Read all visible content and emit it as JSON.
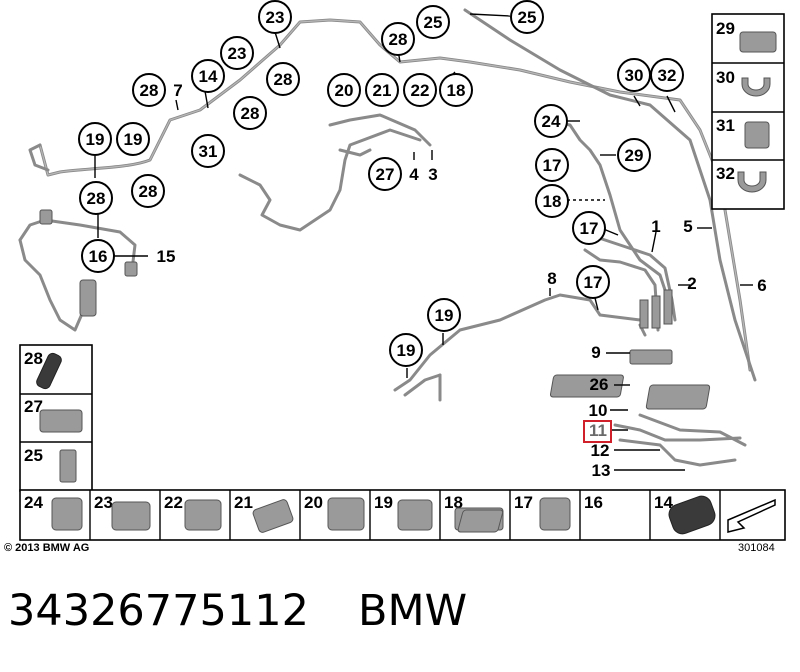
{
  "callouts": [
    "23",
    "25",
    "25",
    "28",
    "23",
    "28",
    "14",
    "7",
    "28",
    "28",
    "20",
    "21",
    "22",
    "18",
    "19",
    "19",
    "31",
    "28",
    "28",
    "27",
    "4",
    "3",
    "16",
    "15",
    "24",
    "17",
    "29",
    "18",
    "17",
    "30",
    "32",
    "1",
    "5",
    "2",
    "6",
    "8",
    "17",
    "19",
    "19",
    "9",
    "26",
    "10",
    "11",
    "12",
    "13"
  ],
  "side_panel": [
    "29",
    "30",
    "31",
    "32"
  ],
  "left_panel": [
    "28",
    "27",
    "25"
  ],
  "bottom_strip": [
    "24",
    "23",
    "22",
    "21",
    "20",
    "19",
    "18",
    "17",
    "16",
    "14"
  ],
  "copyright": "© 2013 BMW AG",
  "ref_number": "301084",
  "part_number": "34326775112",
  "brand": "BMW",
  "highlighted": "11",
  "colors": {
    "highlight": "#d0202a",
    "pipe": "#8a8a8a",
    "part": "#9a9a9a"
  }
}
